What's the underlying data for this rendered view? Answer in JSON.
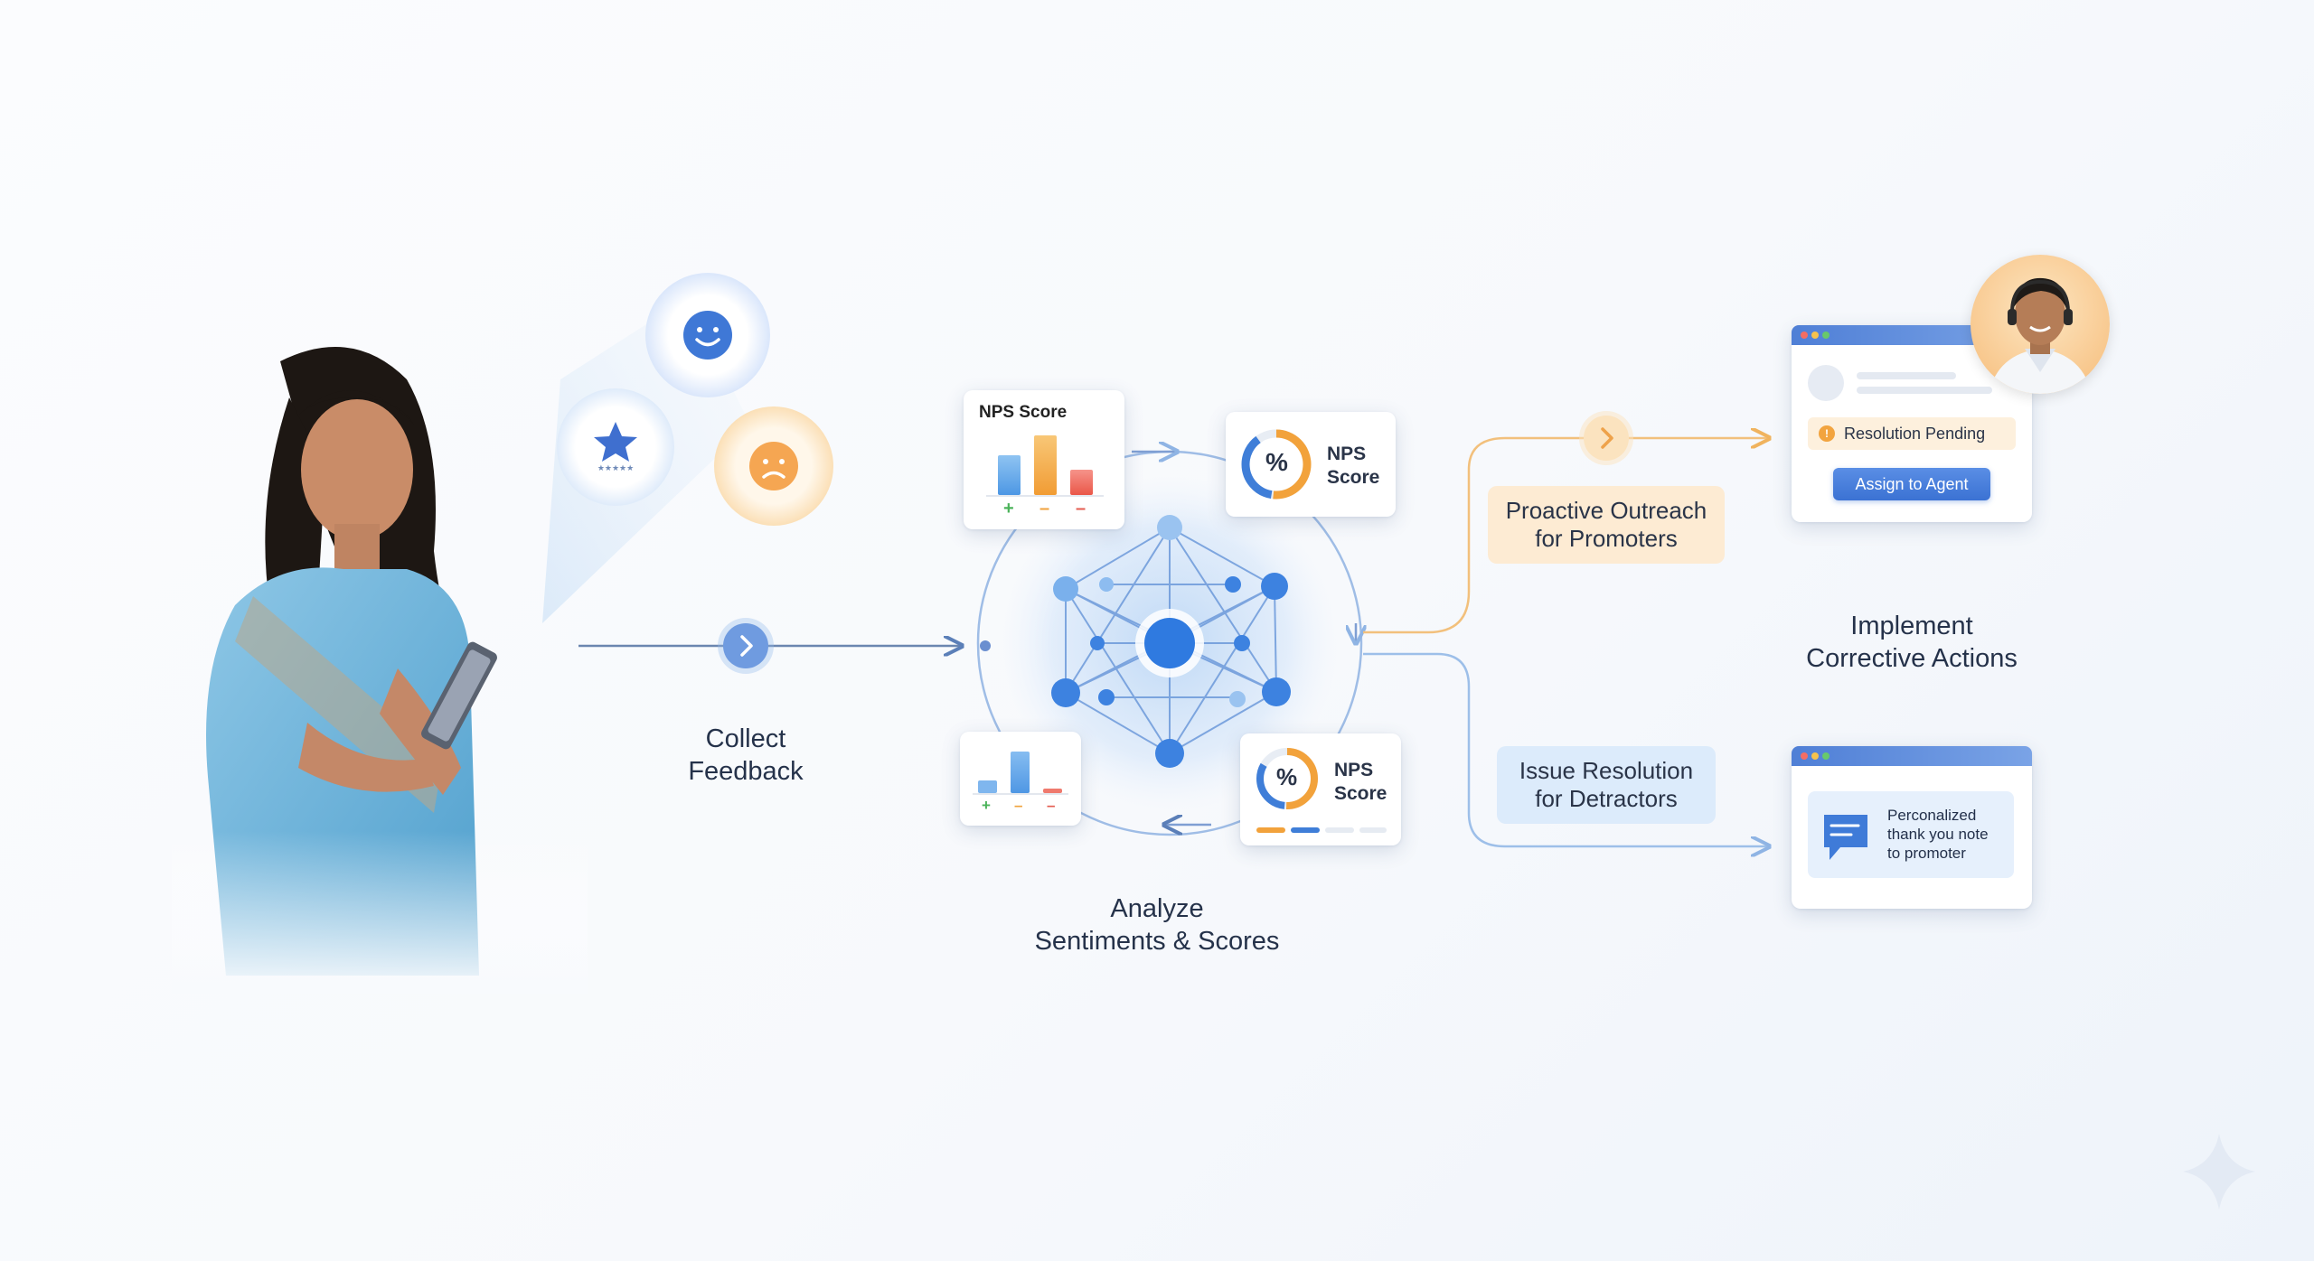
{
  "steps": {
    "collect": [
      "Collect",
      "Feedback"
    ],
    "analyze": [
      "Analyze",
      "Sentiments & Scores"
    ],
    "implement": [
      "Implement",
      "Corrective Actions"
    ]
  },
  "branches": {
    "promoters": [
      "Proactive Outreach",
      "for Promoters"
    ],
    "detractors": [
      "Issue Resolution",
      "for Detractors"
    ]
  },
  "nps_cards": {
    "bar_card_title": "NPS Score",
    "donut_label": [
      "NPS",
      "Score"
    ],
    "donut_symbol": "%",
    "signs": [
      "+",
      "–",
      "–"
    ]
  },
  "resolution_window": {
    "status_text": "Resolution Pending",
    "button_label": "Assign to Agent"
  },
  "note_window": {
    "message": [
      "Perconalized",
      "thank you note",
      "to promoter"
    ]
  },
  "icons": [
    "smiley-happy-icon",
    "star-rating-icon",
    "sad-face-icon",
    "chevron-right-icon",
    "chat-bubble-icon",
    "sparkle-icon"
  ],
  "colors": {
    "accent_blue": "#4a7fd8",
    "promoter_orange": "#f2b46a",
    "detractor_blue": "#a9c9f0",
    "bar_blue": "#5aa2e6",
    "bar_orange": "#f3a944",
    "bar_red": "#ef6b5e"
  }
}
